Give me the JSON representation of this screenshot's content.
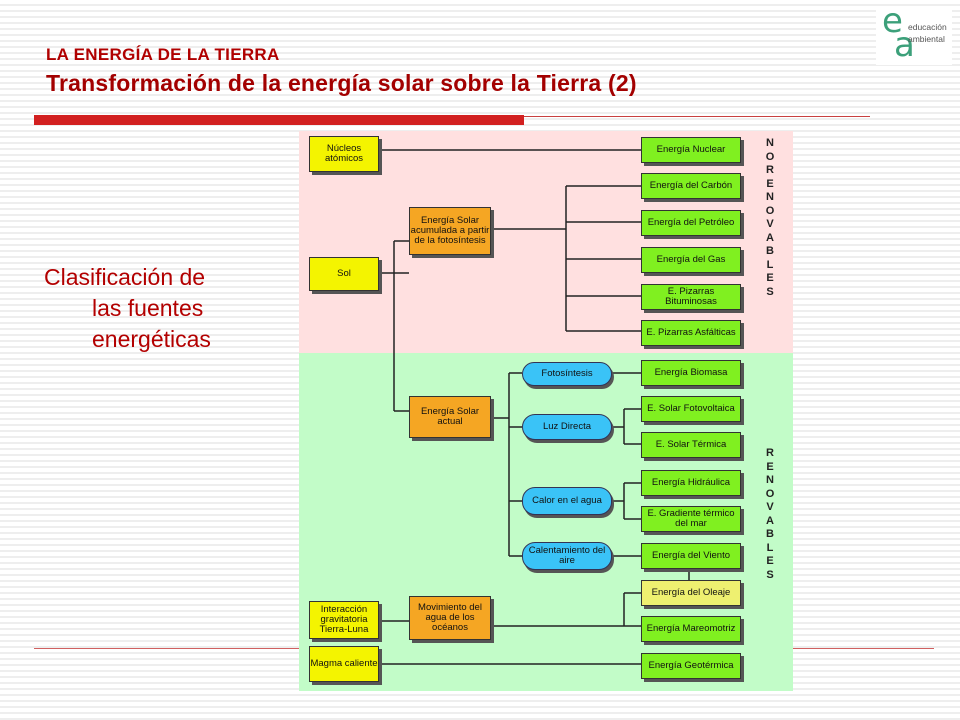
{
  "header": {
    "kicker": "LA ENERGÍA DE LA TIERRA",
    "title": "Transformación de la energía solar sobre la Tierra (2)"
  },
  "logo": {
    "line1": "educación",
    "line2": "ambiental"
  },
  "side_text": {
    "line1": "Clasificación de",
    "line2": "las fuentes",
    "line3": "energéticas"
  },
  "diagram": {
    "sources": {
      "nucleos": "Núcleos atómicos",
      "sol": "Sol",
      "interaccion": "Interacción gravitatoria Tierra-Luna",
      "magma": "Magma caliente"
    },
    "intermediate": {
      "solar_acumulada": "Energía Solar acumulada a partir de la fotosíntesis",
      "solar_actual": "Energía Solar actual",
      "movimiento_agua": "Movimiento del agua de los océanos"
    },
    "processes": {
      "fotosintesis": "Fotosíntesis",
      "luz_directa": "Luz Directa",
      "calor_agua": "Calor en el agua",
      "calentamiento_aire": "Calentamiento del aire"
    },
    "outputs": {
      "nuclear": "Energía Nuclear",
      "carbon": "Energía del Carbón",
      "petroleo": "Energía del Petróleo",
      "gas": "Energía del Gas",
      "bituminosas": "E. Pizarras Bituminosas",
      "asfalticas": "E. Pizarras Asfálticas",
      "biomasa": "Energía Biomasa",
      "fotovoltaica": "E. Solar Fotovoltaica",
      "termica": "E. Solar Térmica",
      "hidraulica": "Energía Hidráulica",
      "gradiente": "E. Gradiente térmico del mar",
      "viento": "Energía del Viento",
      "oleaje": "Energía del Oleaje",
      "mareomotriz": "Energía Mareomotriz",
      "geotermica": "Energía Geotérmica"
    },
    "labels": {
      "no_renovables": "NO RENOVABLES",
      "renovables": "RENOVABLES"
    },
    "colors": {
      "non_renewable_zone": "#ffe0e0",
      "renewable_zone": "#c2fcc8",
      "source_box": "#f4f400",
      "intermediate_box": "#f5a623",
      "output_box": "#80f020",
      "process_pill": "#3ac3f7",
      "accent_red": "#d22020"
    }
  }
}
